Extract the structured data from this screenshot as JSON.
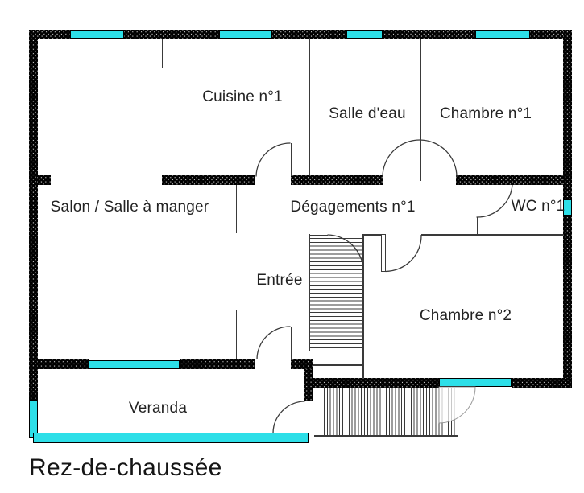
{
  "title": "Rez-de-chaussée",
  "floor_plan": {
    "rooms": {
      "cuisine": {
        "label": "Cuisine n°1"
      },
      "salle_deau": {
        "label": "Salle d'eau"
      },
      "chambre1": {
        "label": "Chambre n°1"
      },
      "salon": {
        "label": "Salon / Salle à manger"
      },
      "degagements": {
        "label": "Dégagements n°1"
      },
      "wc": {
        "label": "WC n°1"
      },
      "entree": {
        "label": "Entrée"
      },
      "chambre2": {
        "label": "Chambre n°2"
      },
      "veranda": {
        "label": "Veranda"
      }
    },
    "colors": {
      "glazing": "#2ddfe8",
      "wall_dots": "#000000",
      "line": "#3a3a3a",
      "background": "#ffffff",
      "text": "#222222"
    }
  }
}
